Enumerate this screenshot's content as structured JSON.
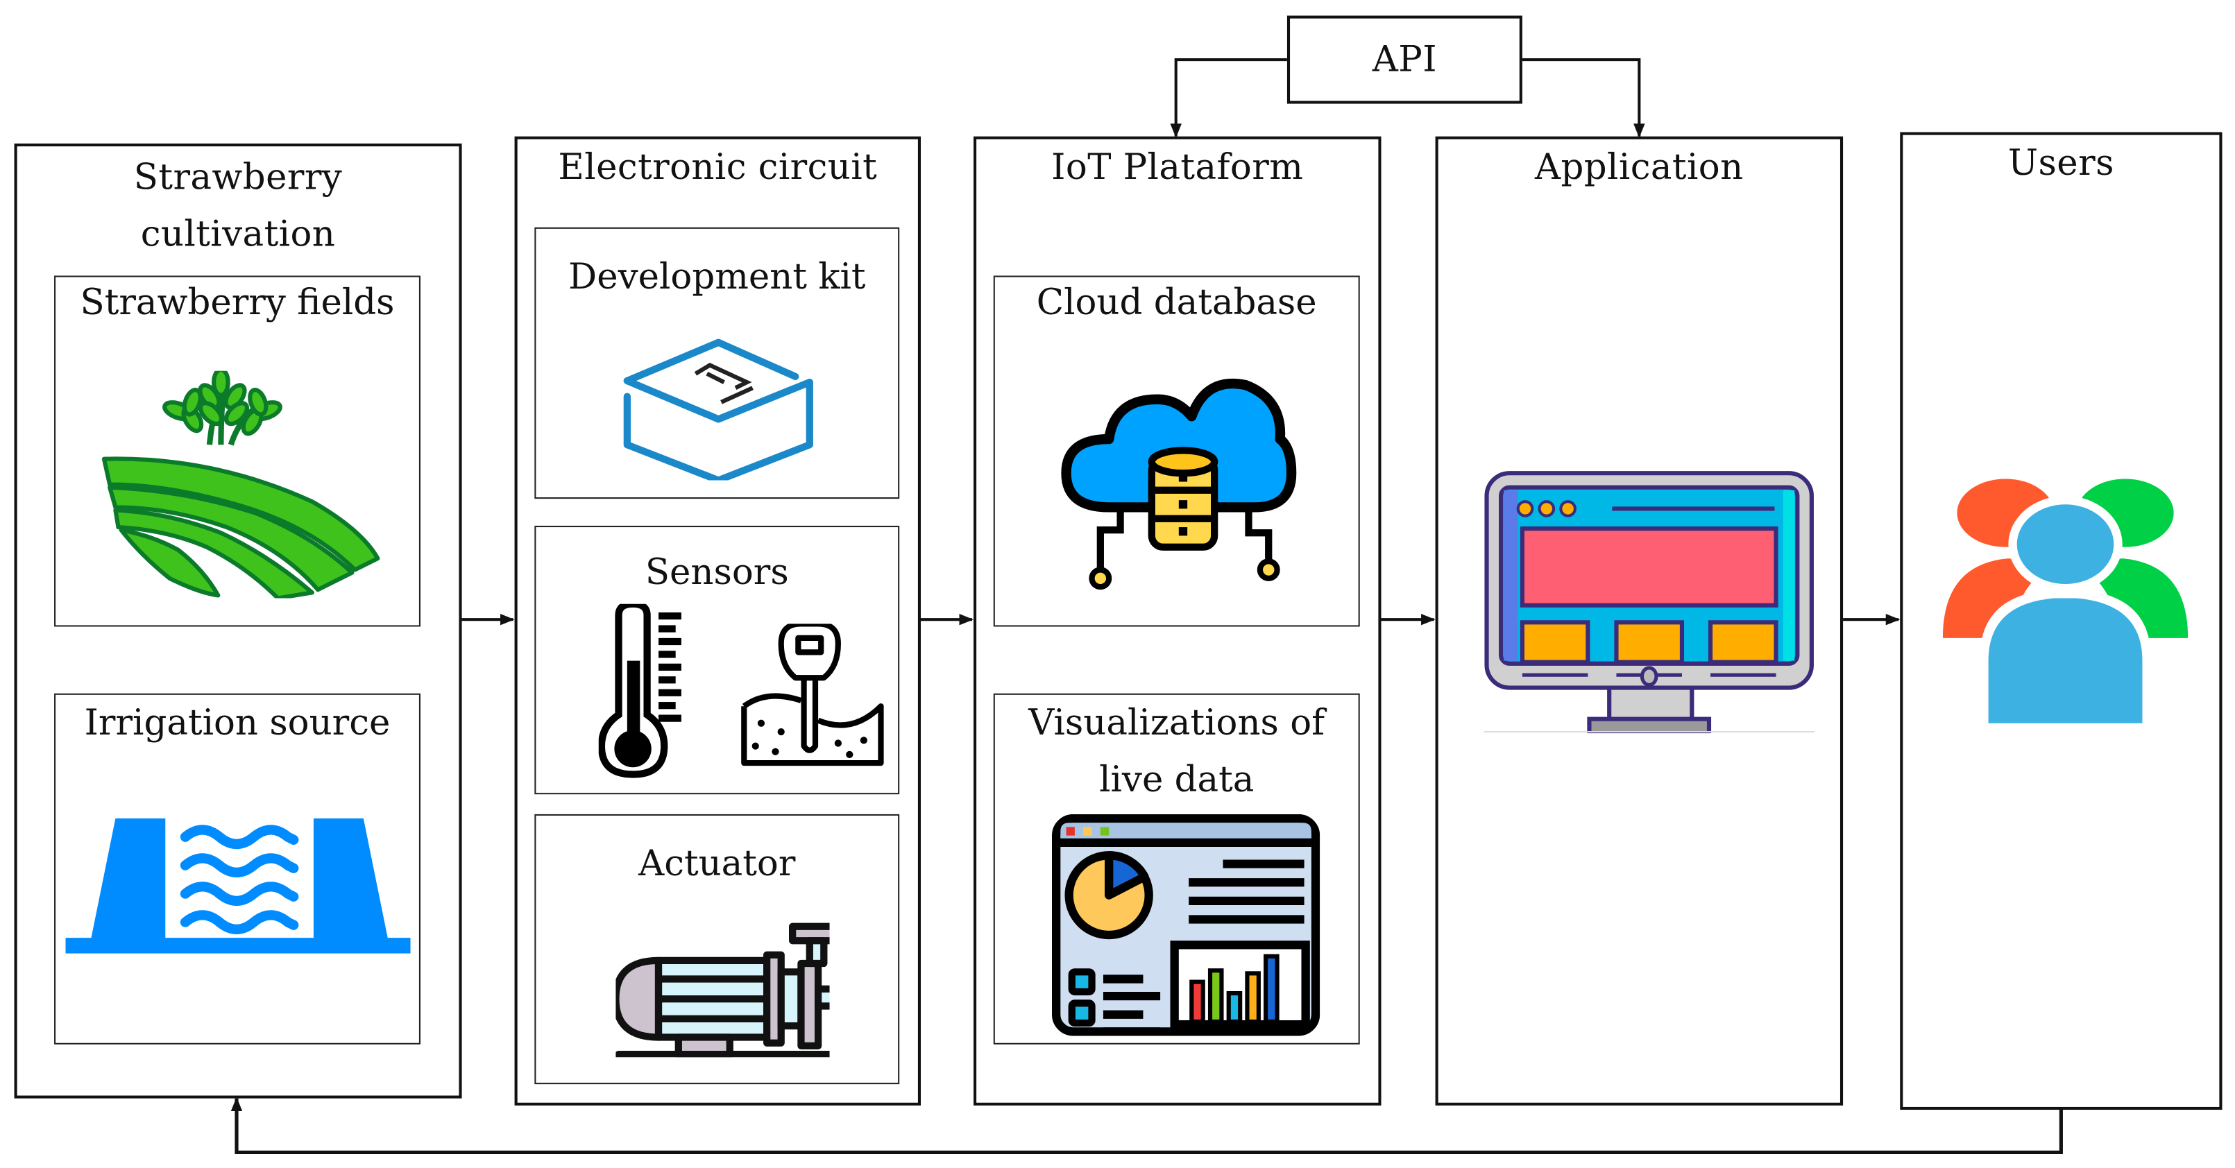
{
  "diagram": {
    "api": {
      "label": "API"
    },
    "columns": [
      {
        "id": "strawberry-cultivation",
        "title_lines": [
          "Strawberry",
          "cultivation"
        ],
        "children": [
          {
            "label": "Strawberry fields",
            "icon": "crop-field-icon"
          },
          {
            "label": "Irrigation source",
            "icon": "water-reservoir-icon"
          }
        ]
      },
      {
        "id": "electronic-circuit",
        "title": "Electronic circuit",
        "children": [
          {
            "label": "Development kit",
            "icon": "dev-board-icon"
          },
          {
            "label": "Sensors",
            "icon": "thermometer-icon",
            "icon2": "soil-moisture-probe-icon"
          },
          {
            "label": "Actuator",
            "icon": "water-pump-icon"
          }
        ]
      },
      {
        "id": "iot-platform",
        "title": "IoT Plataform",
        "children": [
          {
            "label": "Cloud database",
            "icon": "cloud-database-icon"
          },
          {
            "label_lines": [
              "Visualizations of",
              "live data"
            ],
            "icon": "dashboard-icon"
          }
        ]
      },
      {
        "id": "application",
        "title": "Application",
        "icon": "monitor-app-icon"
      },
      {
        "id": "users",
        "title": "Users",
        "icon": "users-group-icon"
      }
    ],
    "connections": [
      {
        "from": "Strawberry cultivation",
        "to": "Electronic circuit"
      },
      {
        "from": "Electronic circuit",
        "to": "IoT Plataform"
      },
      {
        "from": "IoT Plataform",
        "to": "Application"
      },
      {
        "from": "Application",
        "to": "Users"
      },
      {
        "from": "API",
        "to": "IoT Plataform"
      },
      {
        "from": "API",
        "to": "Application"
      },
      {
        "from": "Users",
        "to": "Strawberry cultivation"
      }
    ]
  },
  "colors": {
    "field_green": "#3fc21c",
    "field_outline": "#0b7a2a",
    "water_blue": "#008cff",
    "devkit_blue": "#1a88c9",
    "cloud_blue": "#00a2ff",
    "db_yellow": "#ffd84d",
    "screen_cyan": "#00b8e6",
    "screen_red": "#ff5f73",
    "screen_orange": "#ffae00",
    "monitor_outline": "#3b2b7a",
    "user_orange": "#ff5a2d",
    "user_green": "#00d046",
    "user_blue": "#3cb1e2"
  }
}
